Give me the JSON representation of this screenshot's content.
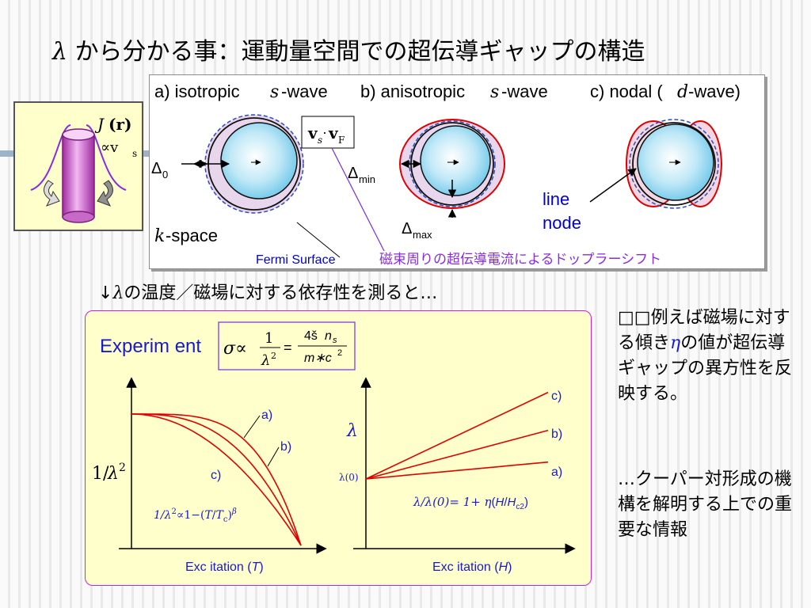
{
  "title": {
    "lambda": "λ",
    "text": "から分かる事：運動量空間での超伝導ギャップの構造"
  },
  "top_figure": {
    "label_a": "a) isotropic",
    "label_a_s": "s",
    "label_a_wave": "-wave",
    "label_b": "b) anisotropic",
    "label_b_s": "s",
    "label_b_wave": "-wave",
    "label_c": "c) nodal (",
    "label_c_d": "d",
    "label_c_wave": "-wave)",
    "vs_vf_v1": "v",
    "vs_vf_s": "s",
    "vs_vf_dot": "·",
    "vs_vf_v2": "v",
    "vs_vf_f": "F",
    "delta0": "Δ",
    "delta0_sub": "0",
    "delta_min": "Δ",
    "delta_min_sub": "min",
    "delta_max": "Δ",
    "delta_max_sub": "max",
    "kspace_k": "k",
    "kspace_text": "-space",
    "fermi_surface": "Fermi Surface",
    "doppler": "磁束周りの超伝導電流によるドップラーシフト",
    "line_node_1": "line",
    "line_node_2": "node"
  },
  "thumb": {
    "j": "J",
    "r": "(r)",
    "prop": "∝v",
    "prop_sub": "s"
  },
  "mid_text": {
    "arrow": "↓",
    "lambda": "λ",
    "text": "の温度／磁場に対する依存性を測ると…"
  },
  "experiment": {
    "label": "Experim ent",
    "formula_sigma": "σ∝",
    "formula_num": "1",
    "formula_den": "λ",
    "formula_den_exp": "2",
    "formula_eq": "=",
    "formula_num2": "4š",
    "formula_ns": "n",
    "formula_ns_sub": "s",
    "formula_den2": "m∗c",
    "formula_den2_exp": "2"
  },
  "chart_data": [
    {
      "type": "line",
      "ylabel_num": "1/",
      "ylabel_lambda": "λ",
      "ylabel_exp": "2",
      "xlabel_a": "Exc itation (",
      "xlabel_var": "T",
      "xlabel_b": ")",
      "formula_a": "1/λ",
      "formula_b": "2",
      "formula_c": "∝1−(",
      "formula_d": "T",
      "formula_e": "/",
      "formula_f": "T",
      "formula_g": "c",
      "formula_h": ")",
      "formula_i": "β",
      "series": [
        {
          "name": "a)",
          "curvature": 2.0
        },
        {
          "name": "b)",
          "curvature": 2.8
        },
        {
          "name": "c)",
          "curvature": 4.0
        }
      ],
      "line_color": "#e00000"
    },
    {
      "type": "line",
      "ylabel": "λ",
      "y0_label": "λ(0)",
      "xlabel_a": "Exc itation (",
      "xlabel_var": "H",
      "xlabel_b": ")",
      "formula_a": "λ/λ(0)= 1+ ",
      "formula_eta": "η",
      "formula_b": "(",
      "formula_h": "H",
      "formula_c": "/",
      "formula_hc": "H",
      "formula_hc_sub": "c2",
      "formula_d": ")",
      "series": [
        {
          "name": "a)",
          "slope": 0.16
        },
        {
          "name": "b)",
          "slope": 0.46
        },
        {
          "name": "c)",
          "slope": 0.82
        }
      ],
      "line_color": "#e00000"
    }
  ],
  "side_1": {
    "boxes": "□□",
    "text_a": "例えば磁場に対する傾き",
    "eta": "η",
    "text_b": "の値が超伝導ギャップの異方性を反映する。"
  },
  "side_2": {
    "text": "…クーパー対形成の機構を解明する上での重要な情報"
  }
}
